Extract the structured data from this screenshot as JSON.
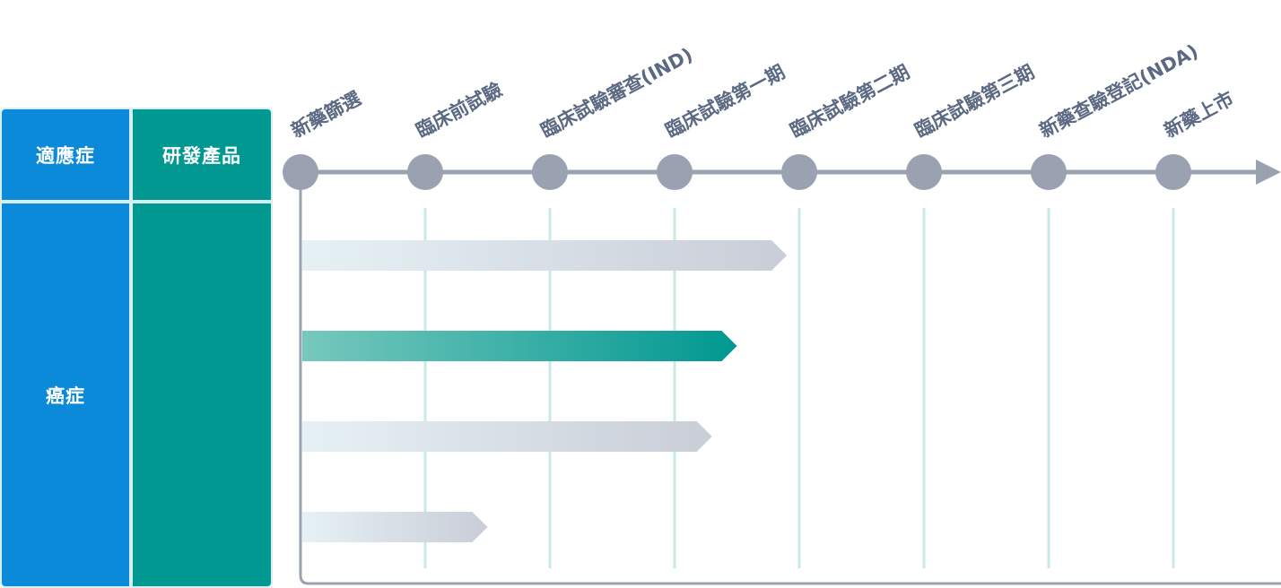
{
  "table": {
    "header_indication": "適應症",
    "header_product": "研發產品",
    "indication_value": "癌症",
    "product_value": ""
  },
  "stages": [
    {
      "label": "新藥篩選"
    },
    {
      "label": "臨床前試驗"
    },
    {
      "label": "臨床試驗審查(IND)"
    },
    {
      "label": "臨床試驗第一期"
    },
    {
      "label": "臨床試驗第二期"
    },
    {
      "label": "臨床試驗第三期"
    },
    {
      "label": "新藥查驗登記(NDA)"
    },
    {
      "label": "新藥上市"
    }
  ],
  "pipeline_bars": [
    {
      "progress_stage_index": 3.9,
      "style": "gray"
    },
    {
      "progress_stage_index": 3.5,
      "style": "teal"
    },
    {
      "progress_stage_index": 3.3,
      "style": "gray"
    },
    {
      "progress_stage_index": 1.5,
      "style": "gray"
    }
  ],
  "colors": {
    "axis": "#9aa2b1",
    "stage_label": "#5b6a82",
    "gridline": "#c9e8e8",
    "blue": "#0a8ad8",
    "teal": "#009891",
    "bar_gray_start": "#e6f1f5",
    "bar_gray_end": "#c9cdd7",
    "bar_teal_start": "#77c8bd",
    "bar_teal_end": "#009891"
  }
}
